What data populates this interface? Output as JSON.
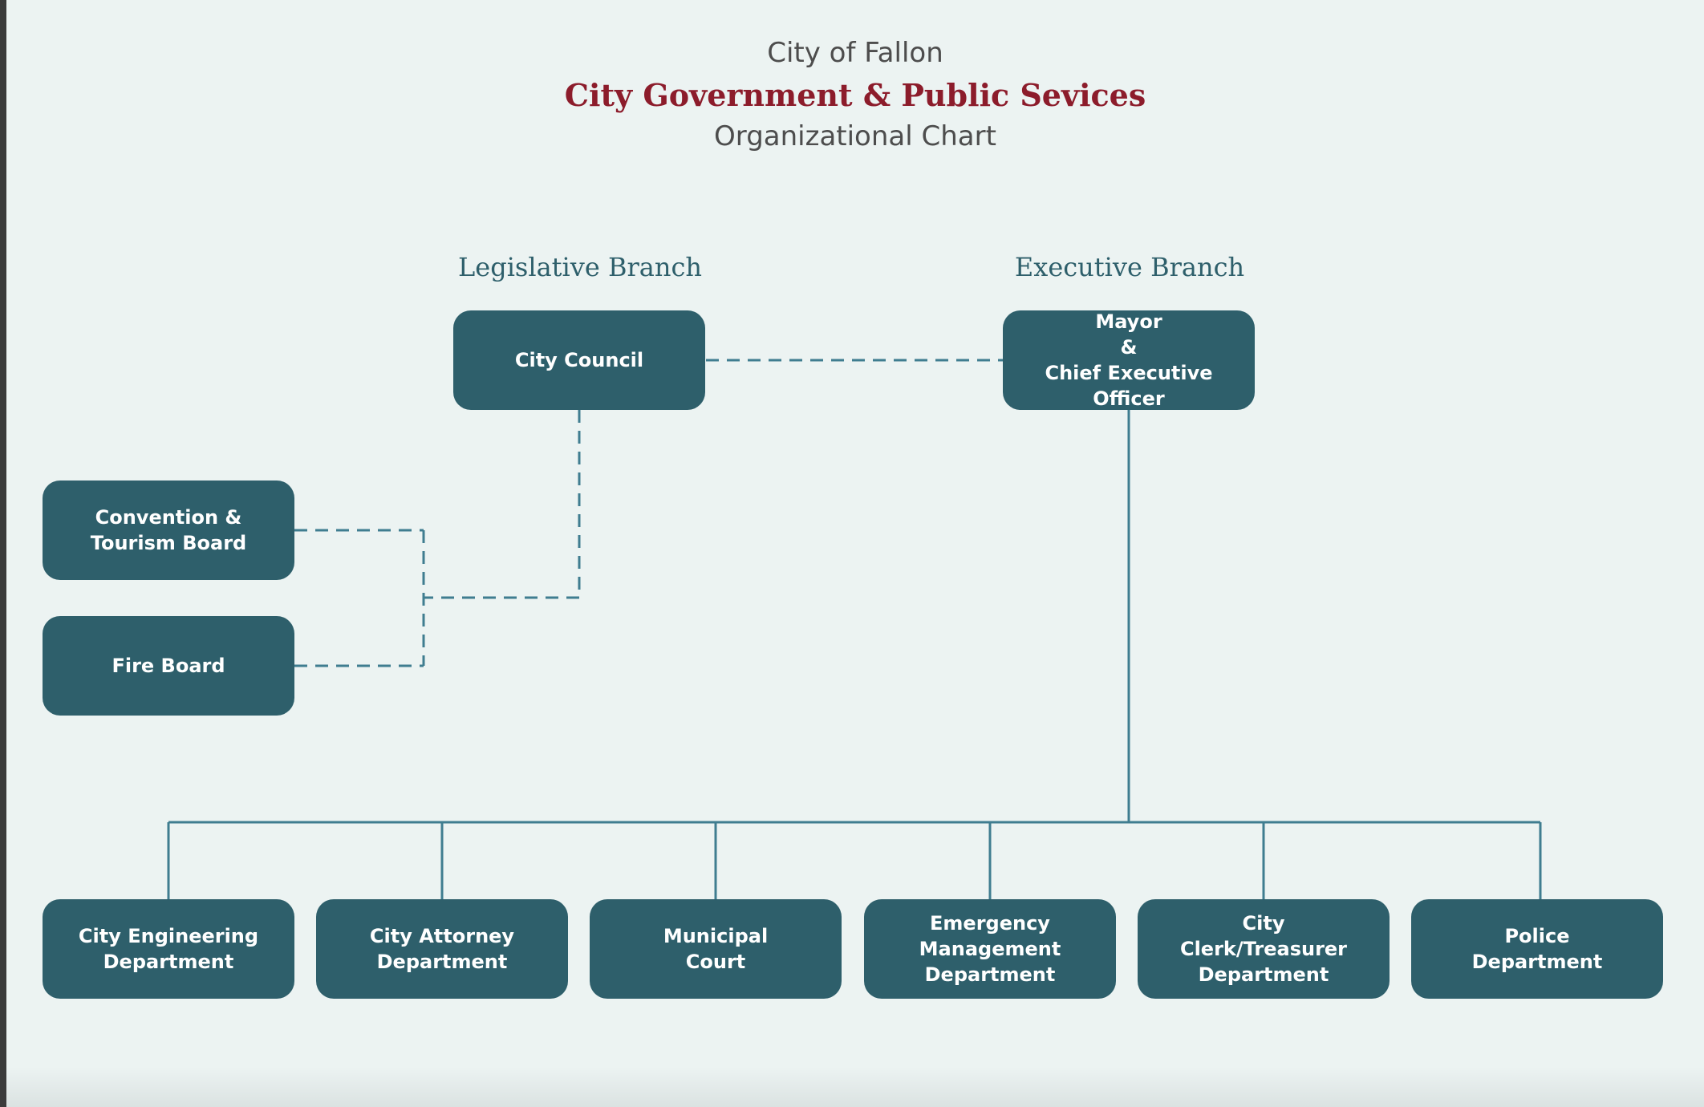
{
  "header": {
    "city": "City of Fallon",
    "title": "City Government & Public Sevices",
    "subtitle": "Organizational Chart"
  },
  "branches": {
    "legislative": "Legislative Branch",
    "executive": "Executive Branch"
  },
  "nodes": {
    "city_council": [
      "City Council"
    ],
    "mayor": [
      "Mayor",
      "&",
      "Chief Executive Officer"
    ],
    "convention_board": [
      "Convention &",
      "Tourism Board"
    ],
    "fire_board": [
      "Fire Board"
    ],
    "departments": [
      [
        "City Engineering",
        "Department"
      ],
      [
        "City Attorney",
        "Department"
      ],
      [
        "Municipal",
        "Court"
      ],
      [
        "Emergency",
        "Management",
        "Department"
      ],
      [
        "City",
        "Clerk/Treasurer",
        "Department"
      ],
      [
        "Police",
        "Department"
      ]
    ]
  },
  "colors": {
    "node_fill": "#2e5f6b",
    "connector": "#3f7d90",
    "title_accent": "#8c1c2b",
    "background": "#ecf3f2"
  }
}
